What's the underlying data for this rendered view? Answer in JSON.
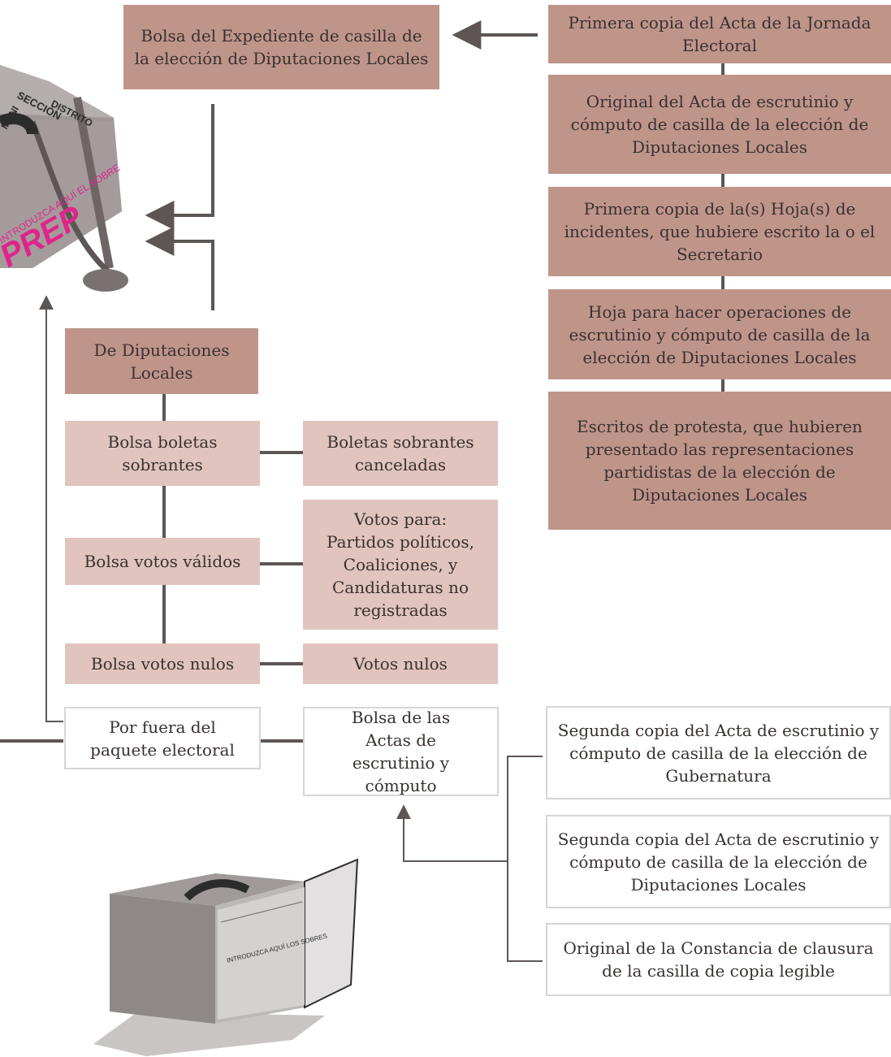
{
  "boxes": {
    "bolsa_expediente": "Bolsa del Expediente de casilla de la elección de Diputaciones Locales",
    "primera_copia_acta_jornada": "Primera copia del Acta de la Jornada Electoral",
    "original_acta_escrutinio": "Original del Acta de escrutinio y cómputo de casilla de la elección de Diputaciones Locales",
    "primera_copia_hojas_incidentes": "Primera copia de la(s) Hoja(s) de incidentes, que hubiere escrito la o el Secretario",
    "hoja_operaciones": "Hoja para hacer operaciones de escrutinio y cómputo de casilla de la elección de Diputaciones Locales",
    "escritos_protesta": "Escritos de protesta, que hubieren presentado las representaciones partidistas de la elección de Diputaciones Locales",
    "de_diputaciones_locales": "De Diputaciones Locales",
    "bolsa_boletas_sobrantes": "Bolsa boletas sobrantes",
    "boletas_sobrantes_canceladas": "Boletas sobrantes canceladas",
    "bolsa_votos_validos": "Bolsa votos válidos",
    "votos_para": "Votos para: Partidos políticos, Coaliciones, y Candidaturas no registradas",
    "bolsa_votos_nulos": "Bolsa votos nulos",
    "votos_nulos": "Votos nulos",
    "por_fuera_paquete": "Por fuera del paquete electoral",
    "bolsa_actas_escrutinio": "Bolsa de las Actas de escrutinio y cómputo",
    "segunda_copia_gubernatura": "Segunda copia del Acta de escrutinio y cómputo de casilla de la elección de Gubernatura",
    "segunda_copia_diputaciones": "Segunda copia del Acta de escrutinio y cómputo de casilla de la elección de Diputaciones Locales",
    "original_constancia_clausura": "Original de la Constancia de clausura de la casilla de copia legible"
  },
  "illustrations": {
    "package_labels": [
      "SECCIÓN",
      "DISTRITO",
      "MUNI",
      "INTRODUZCA AQUÍ EL SOBRE",
      "PREP"
    ],
    "envelope_box_label": "INTRODUZCA AQUÍ LOS SOBRES"
  },
  "colors": {
    "dark_box": "#bf958a",
    "light_box": "#e0c4bd",
    "connector": "#5e5555",
    "prep_pink": "#e0248a"
  }
}
